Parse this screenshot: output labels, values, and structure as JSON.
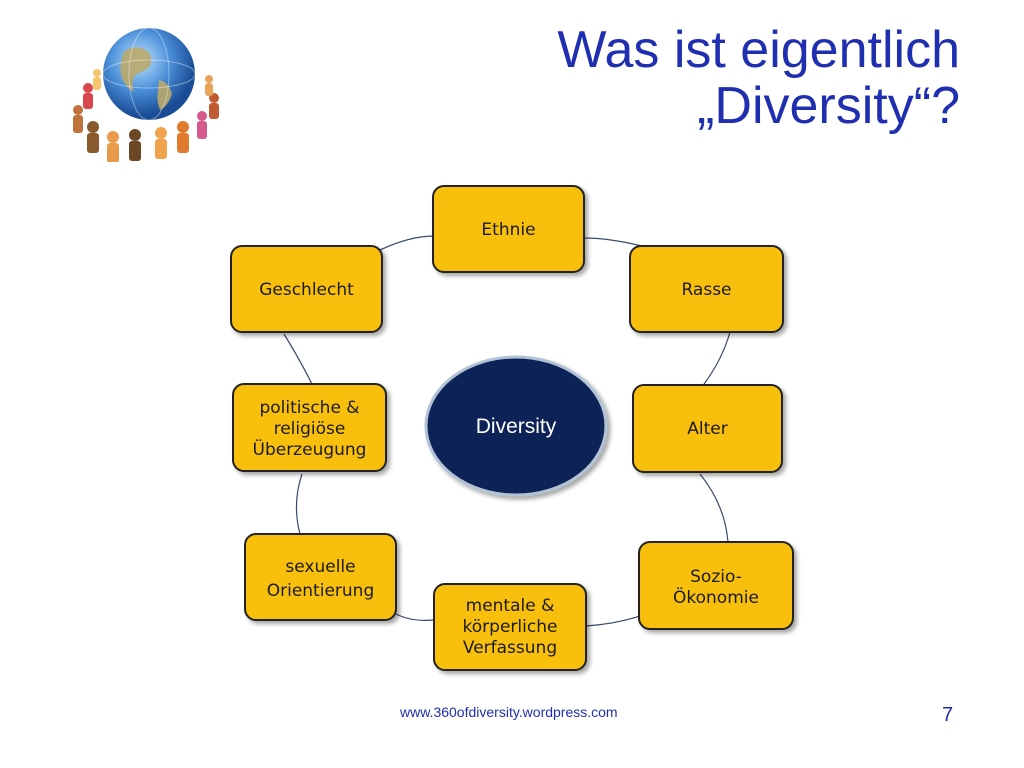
{
  "slide": {
    "title_line1": "Was ist eigentlich",
    "title_line2": "„Diversity“?",
    "footer_url": "www.360ofdiversity.wordpress.com",
    "page_number": "7"
  },
  "logo": {
    "icon": "globe-with-people-icon"
  },
  "diagram": {
    "center": "Diversity",
    "nodes": {
      "ethnie": [
        "Ethnie"
      ],
      "rasse": [
        "Rasse"
      ],
      "alter": [
        "Alter"
      ],
      "sozio": [
        "Sozio-",
        "Ökonomie"
      ],
      "mentale": [
        "mentale &",
        "körperliche",
        "Verfassung"
      ],
      "sexuelle": [
        "sexuelle",
        "Orientierung"
      ],
      "politische": [
        "politische &",
        "religiöse",
        "Überzeugung"
      ],
      "geschlecht": [
        "Geschlecht"
      ]
    }
  },
  "colors": {
    "title": "#1f2fb0",
    "node_fill": "#f8bf0b",
    "center_fill": "#0c2457",
    "center_stroke": "#b3c3d6"
  }
}
